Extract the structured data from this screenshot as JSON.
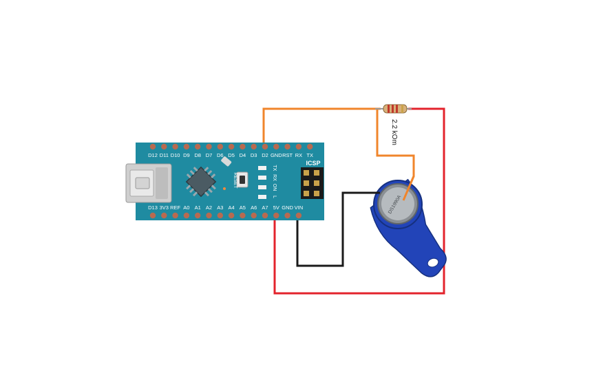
{
  "board": {
    "top_pins": [
      "D12",
      "D11",
      "D10",
      "D9",
      "D8",
      "D7",
      "D6",
      "D5",
      "D4",
      "D3",
      "D2",
      "GND",
      "RST",
      "RX",
      "TX"
    ],
    "bottom_pins": [
      "D13",
      "3V3",
      "REF",
      "A0",
      "A1",
      "A2",
      "A3",
      "A4",
      "A5",
      "A6",
      "A7",
      "5V",
      "GND",
      "VIN"
    ],
    "icsp_label": "ICSP",
    "reset_label": "RESET",
    "led_labels": [
      "TX",
      "RX",
      "ON",
      "L"
    ]
  },
  "resistor": {
    "label": "2.2 kOm"
  },
  "ibutton": {
    "engraving": "DS1990A"
  },
  "colors": {
    "board": "#1f8ba1",
    "pin": "#b86a50",
    "orange_wire": "#f0852b",
    "red_wire": "#e3232c",
    "black_wire": "#1a1a1a",
    "key_fob": "#2244b8"
  }
}
